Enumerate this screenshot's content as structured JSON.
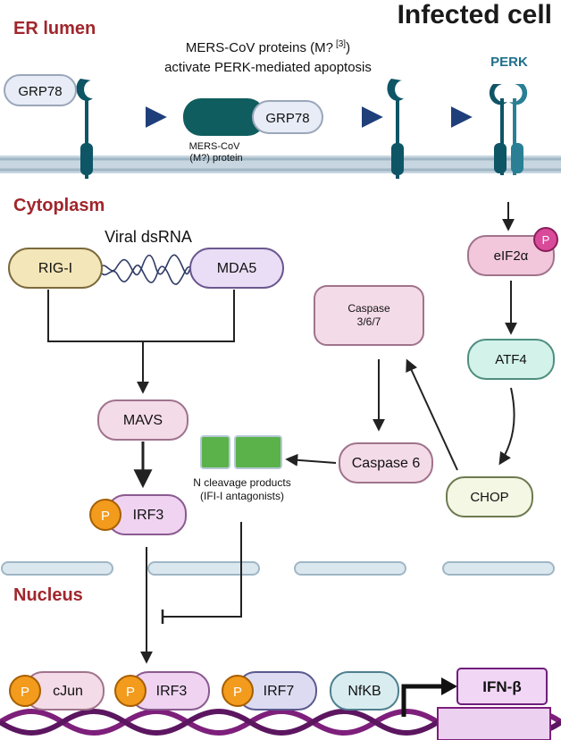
{
  "regions": {
    "title": "Infected cell",
    "er_lumen": "ER lumen",
    "cytoplasm": "Cytoplasm",
    "nucleus": "Nucleus"
  },
  "er": {
    "caption_line1": "MERS-CoV proteins (M?",
    "caption_ref": "[3]",
    "caption_line1_end": ")",
    "caption_line2": "activate PERK-mediated apoptosis",
    "grp78_left": "GRP78",
    "grp78_bound": "GRP78",
    "protein_line1": "MERS-CoV",
    "protein_line2": "(M?)  protein",
    "perk": "PERK"
  },
  "cytoplasm": {
    "viral_dsrna": "Viral dsRNA",
    "rigi": "RIG-I",
    "mda5": "MDA5",
    "mavs": "MAVS",
    "irf3": "IRF3",
    "phospho": "P",
    "caspase367_line1": "Caspase",
    "caspase367_line2": "3/6/7",
    "caspase6": "Caspase 6",
    "cleavage_line1": "N cleavage products",
    "cleavage_line2": "(IFI-I antagonists)",
    "eif2a": "eIF2α",
    "atf4": "ATF4",
    "chop": "CHOP"
  },
  "nucleus": {
    "cjun": "cJun",
    "irf3": "IRF3",
    "irf7": "IRF7",
    "nfkb": "NfKB",
    "ifnb": "IFN-β"
  },
  "colors": {
    "er_label": "#a0262c",
    "membrane": "#b9ccd8",
    "receptor": "#0e5566",
    "grp78_fill": "#e7ecf6",
    "rigi_fill": "#f3e6b8",
    "rigi_stroke": "#7b6a3d",
    "mda5_fill": "#e9def5",
    "mda5_stroke": "#6b5790",
    "pink_fill": "#f4dbe8",
    "pink_stroke": "#a0738c",
    "irf_fill": "#efd3f1",
    "phospho_fill": "#f29b1c",
    "eif2a_fill": "#f2c7dc",
    "atf4_fill": "#d2f2ea",
    "chop_fill": "#f4f7e4",
    "green_box": "#5bb14a",
    "irf7_fill": "#dcdbf1",
    "nfkb_fill": "#d9edf1",
    "dna": "#7d1f7b"
  }
}
